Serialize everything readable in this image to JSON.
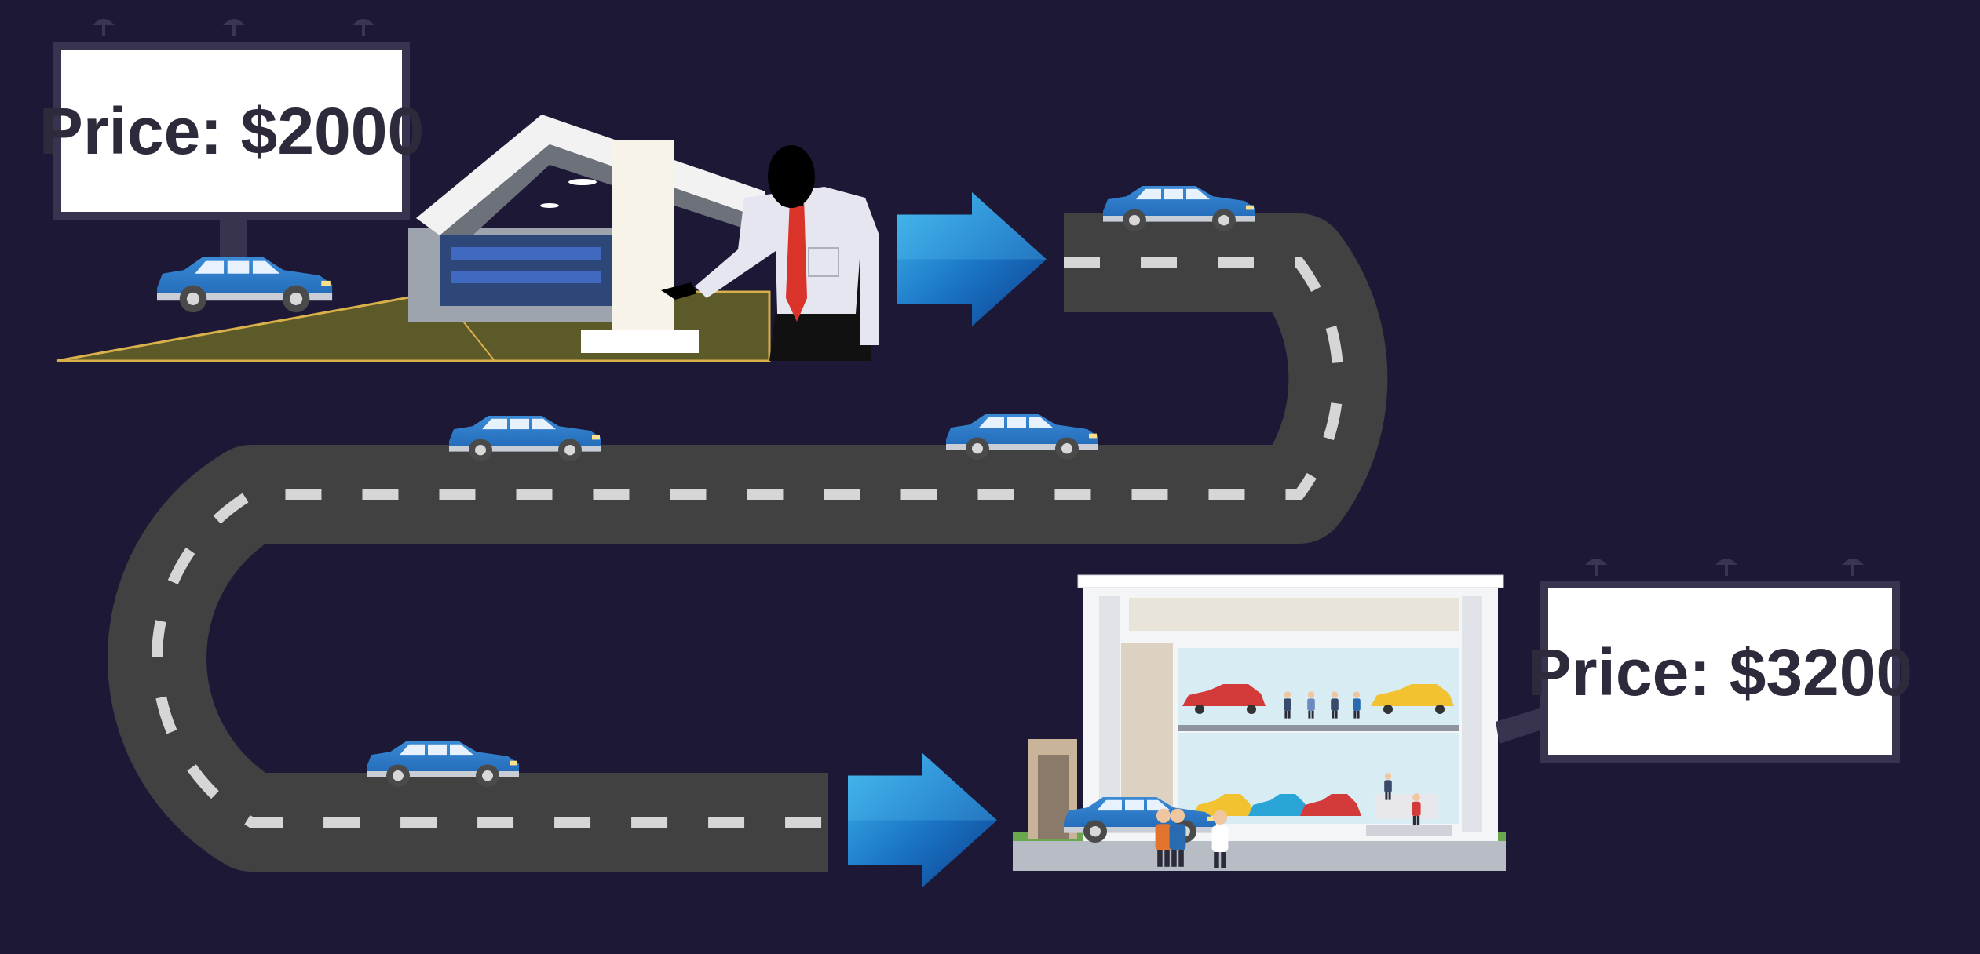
{
  "billboards": [
    {
      "id": "start",
      "text": "Price: $2000"
    },
    {
      "id": "end",
      "text": "Price: $3200"
    }
  ],
  "colors": {
    "background": "#1c1836",
    "road": "#414141",
    "lane_marking": "#d6d6d6",
    "car_body": "#2f79c8",
    "arrow": "#1a73c4",
    "billboard_frame": "#38334e",
    "billboard_face": "#ffffff",
    "price_text": "#2e2a3b",
    "salesman_shirt": "#e6e6f0",
    "salesman_tie": "#d9332a"
  },
  "icons": [
    "billboard-icon",
    "car-icon",
    "car-dealership-icon",
    "salesman-icon",
    "arrow-right-icon",
    "showroom-icon",
    "road-icon"
  ]
}
